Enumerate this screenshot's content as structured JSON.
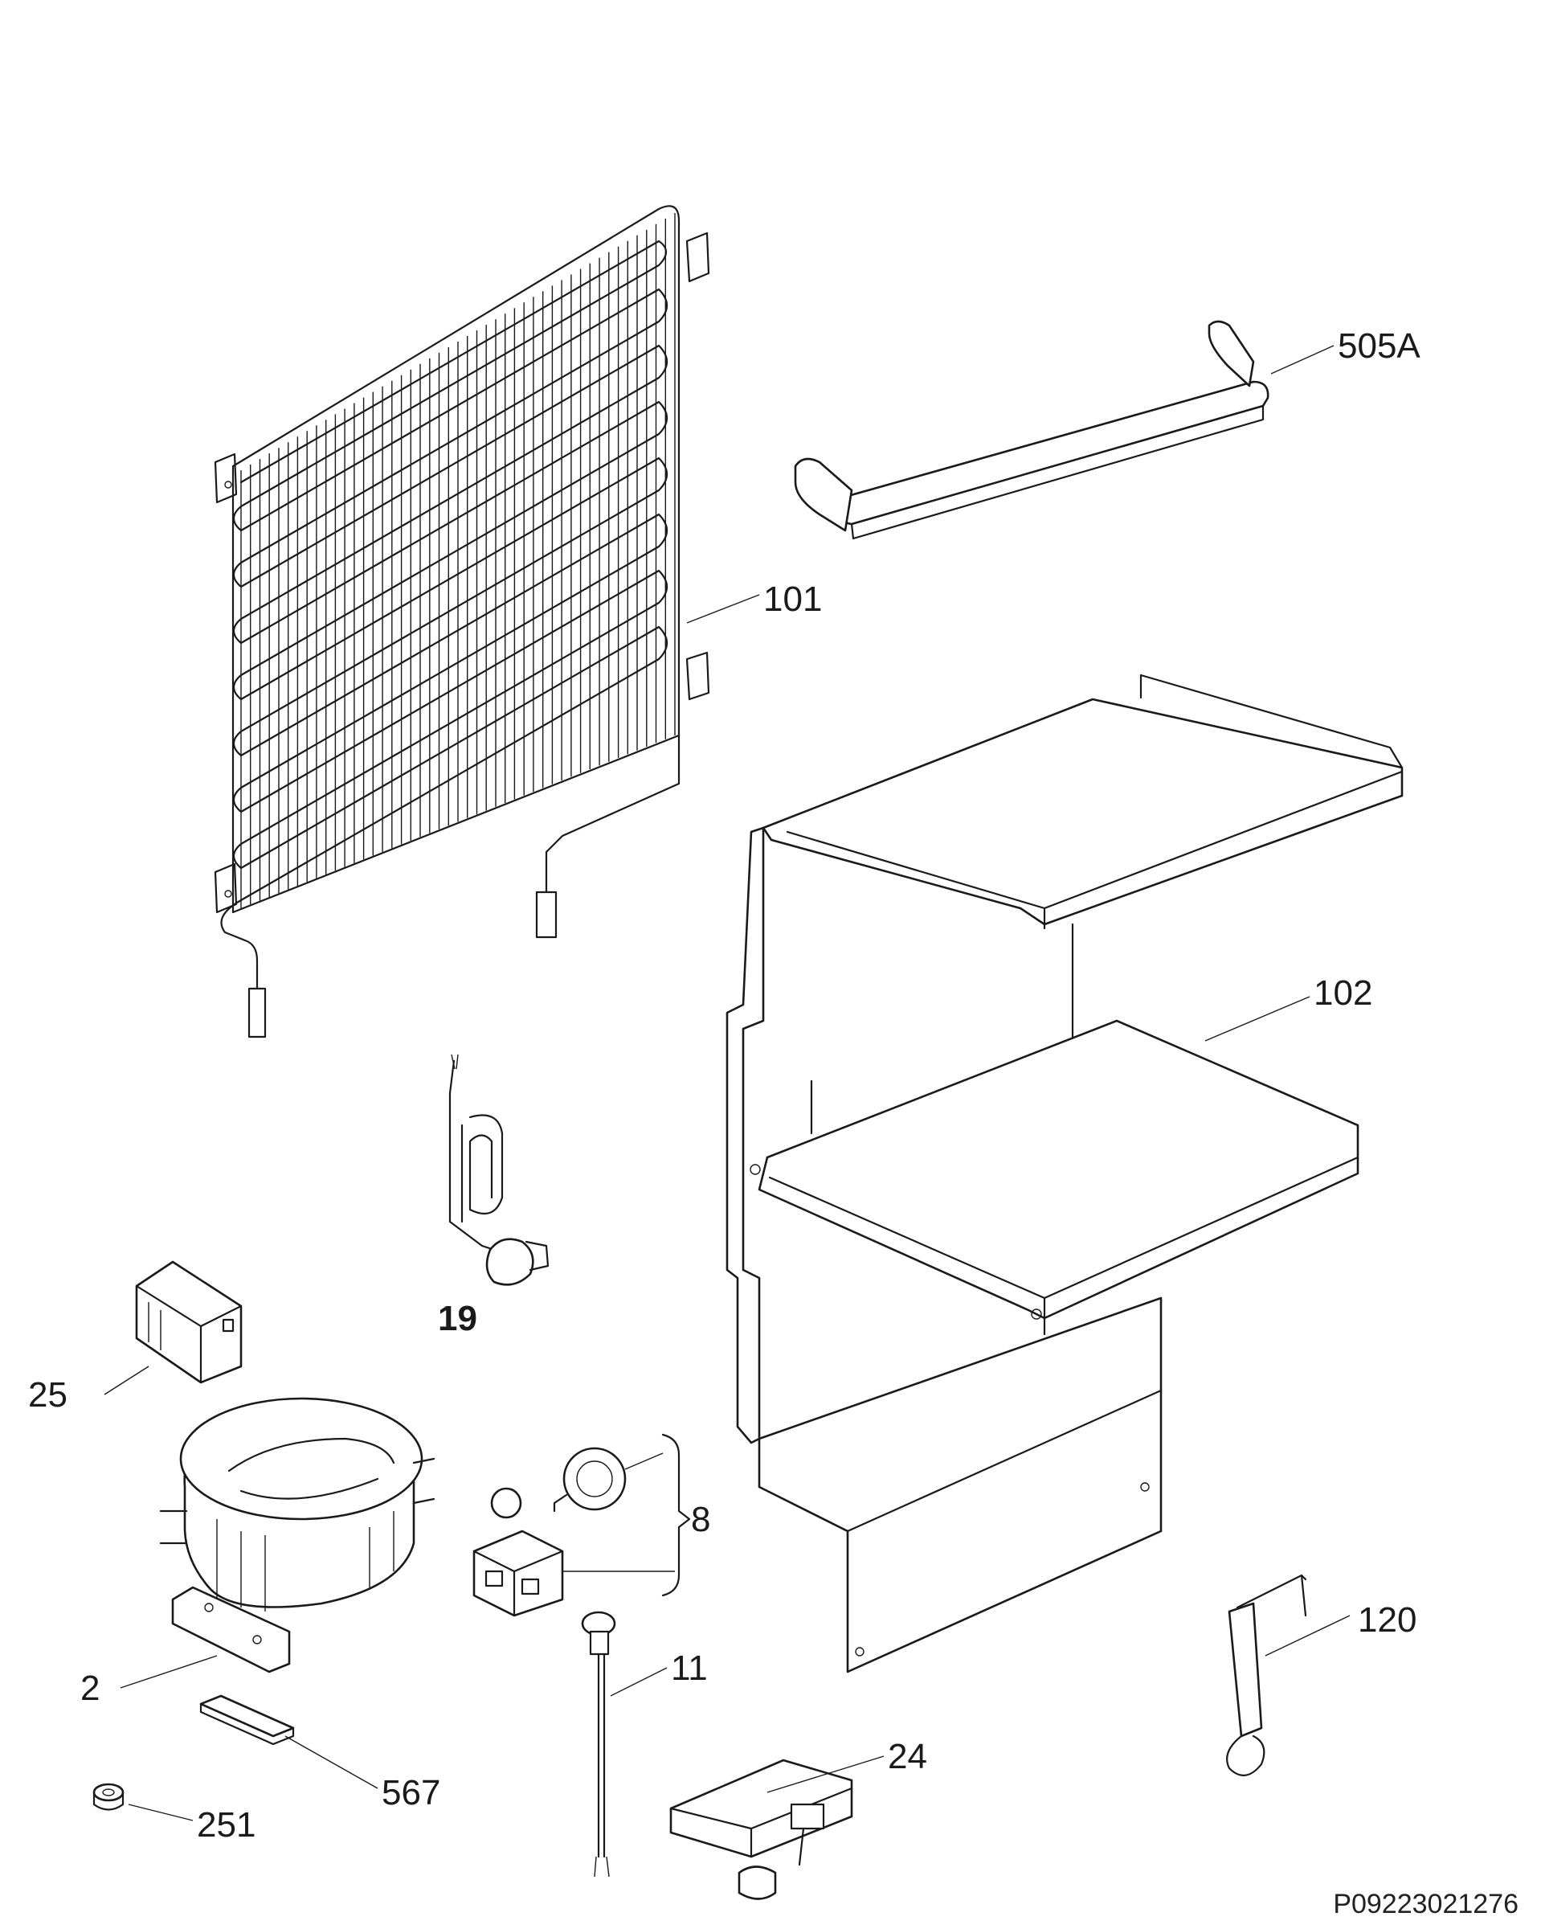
{
  "diagram": {
    "reference_code": "P09223021276",
    "parts": [
      {
        "id": "part-condenser",
        "label": "101"
      },
      {
        "id": "part-support-rod",
        "label": "505A"
      },
      {
        "id": "part-compressor-bracket",
        "label": "102"
      },
      {
        "id": "part-power-cord",
        "label": "19"
      },
      {
        "id": "part-capacitor",
        "label": "25"
      },
      {
        "id": "part-compressor",
        "label": "2"
      },
      {
        "id": "part-relay-kit",
        "label": "8"
      },
      {
        "id": "part-wire-clip",
        "label": "11"
      },
      {
        "id": "part-drier-filter",
        "label": "120"
      },
      {
        "id": "part-connector",
        "label": "24"
      },
      {
        "id": "part-mounting-plate",
        "label": "567"
      },
      {
        "id": "part-grommet",
        "label": "251"
      }
    ]
  }
}
